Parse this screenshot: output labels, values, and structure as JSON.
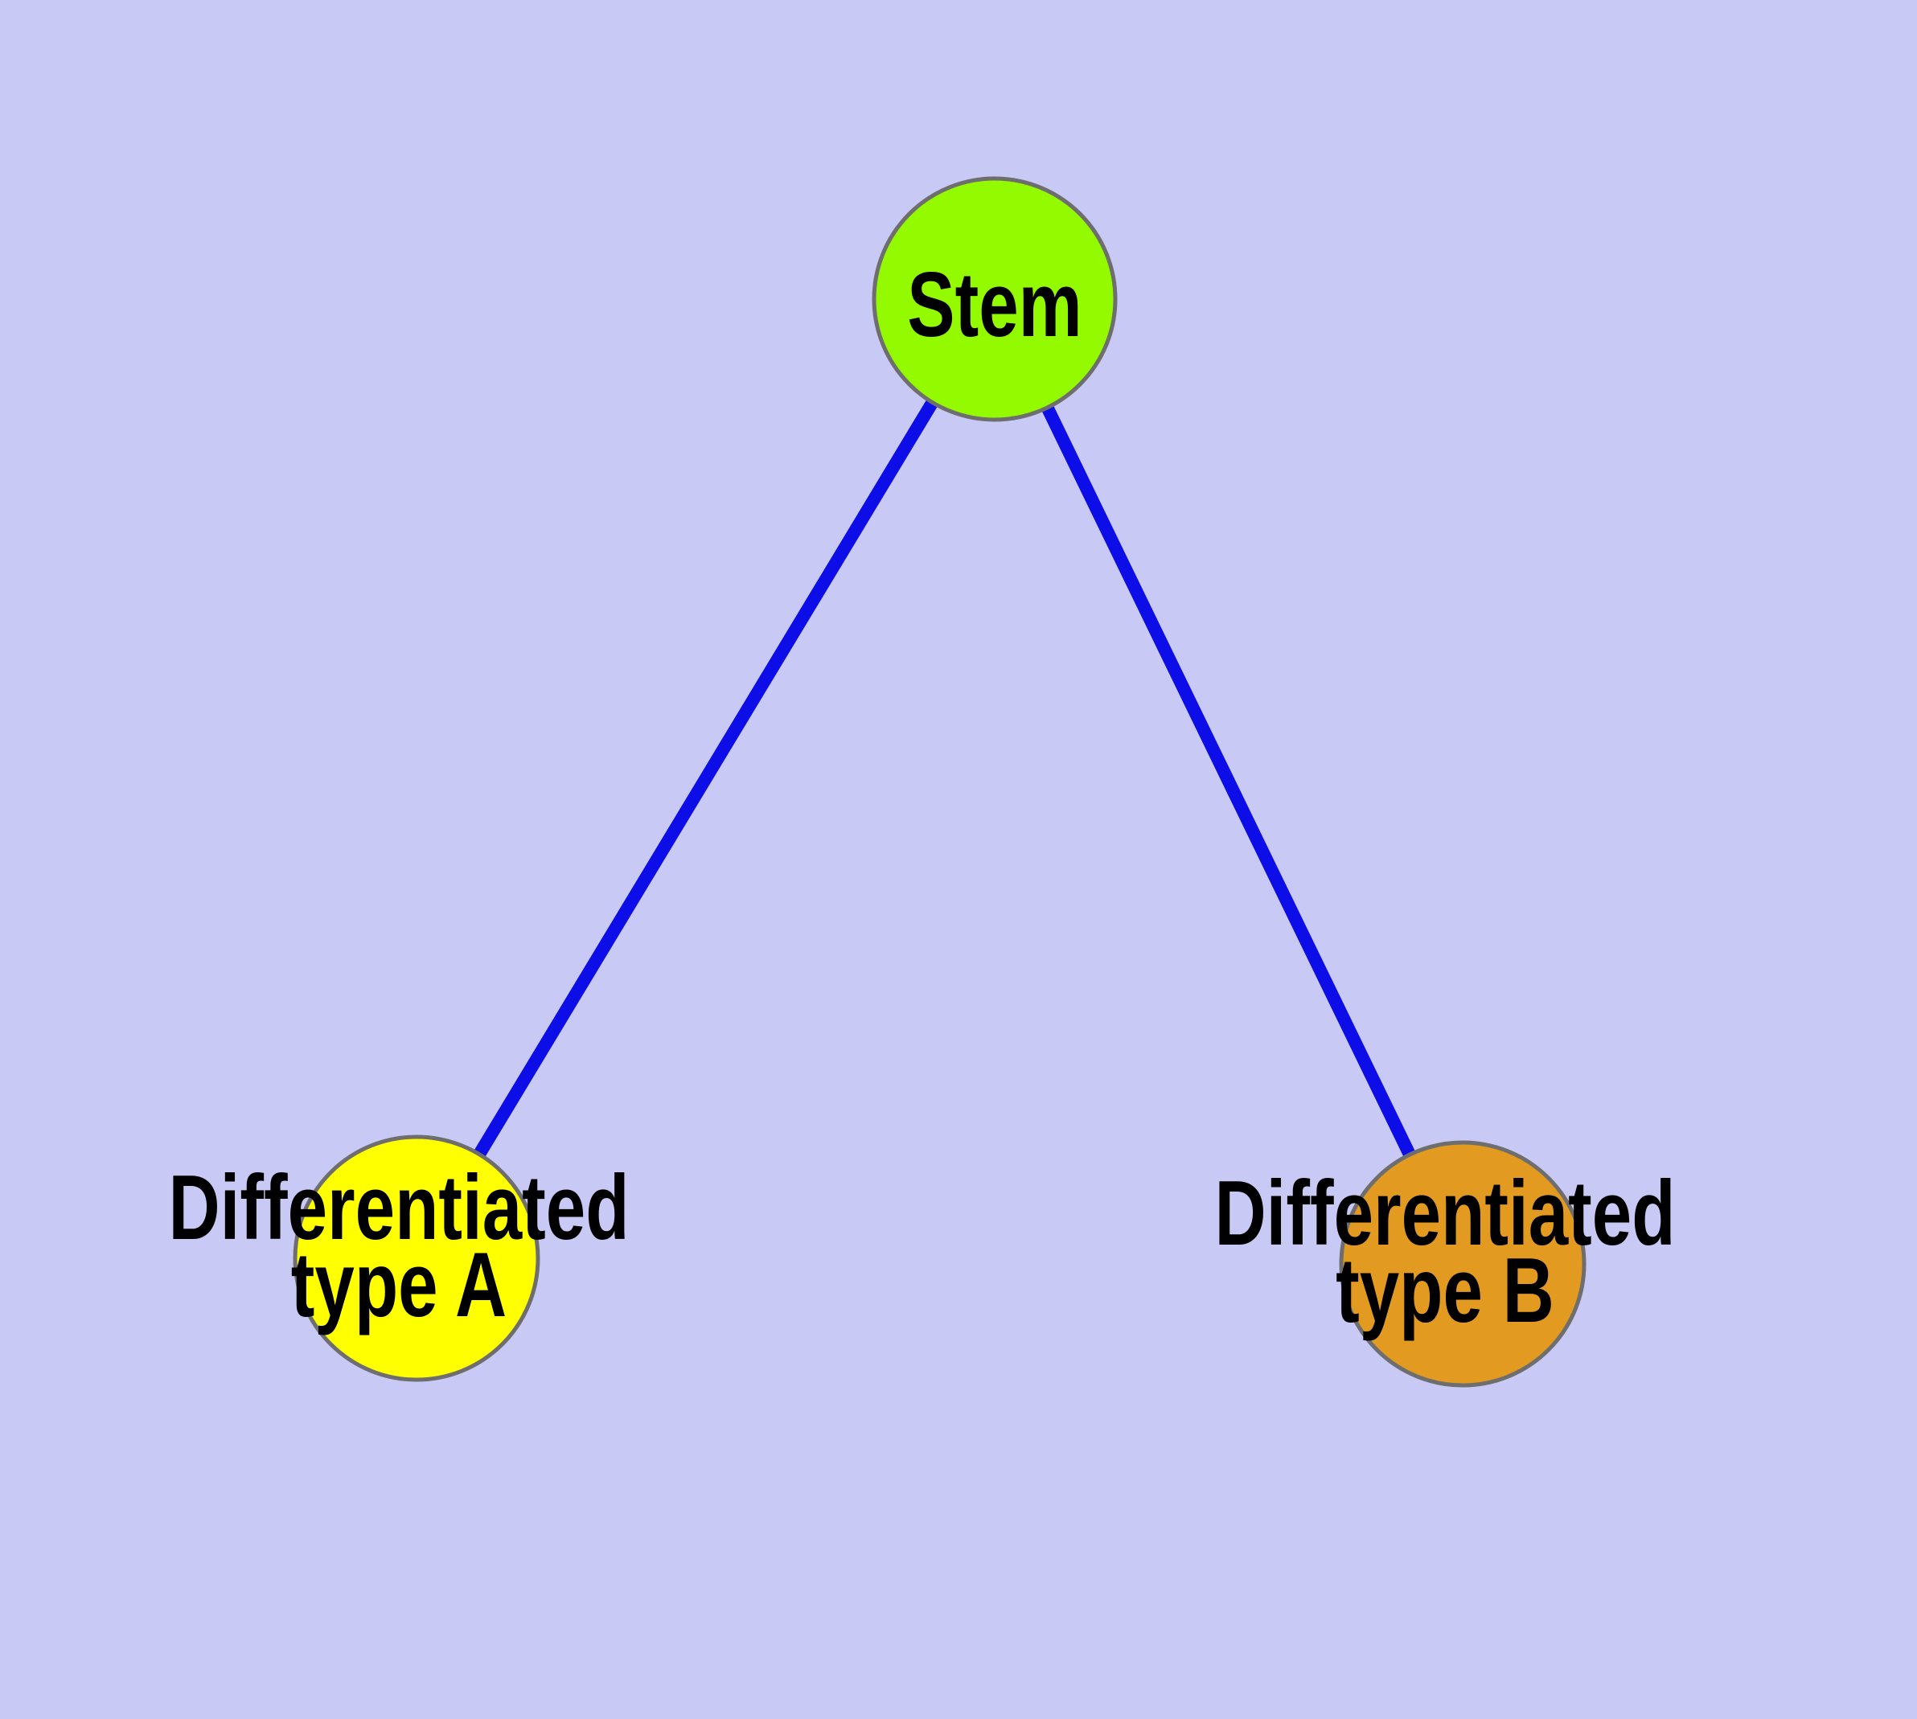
{
  "theme": {
    "background": "#c9c9f6",
    "node_border_color": "#6e6e6e",
    "edge_color": "#0d0de8",
    "label_color": "#000000"
  },
  "nodes": {
    "stem": {
      "label": "Stem",
      "fill": "#93fa00"
    },
    "type_a": {
      "label_line1": "Differentiated",
      "label_line2": "type A",
      "fill": "#ffff00"
    },
    "type_b": {
      "label_line1": "Differentiated",
      "label_line2": "type B",
      "fill": "#e29a20"
    }
  },
  "edges": [
    {
      "from": "Stem",
      "to": "Differentiated type A"
    },
    {
      "from": "Stem",
      "to": "Differentiated type B"
    }
  ]
}
